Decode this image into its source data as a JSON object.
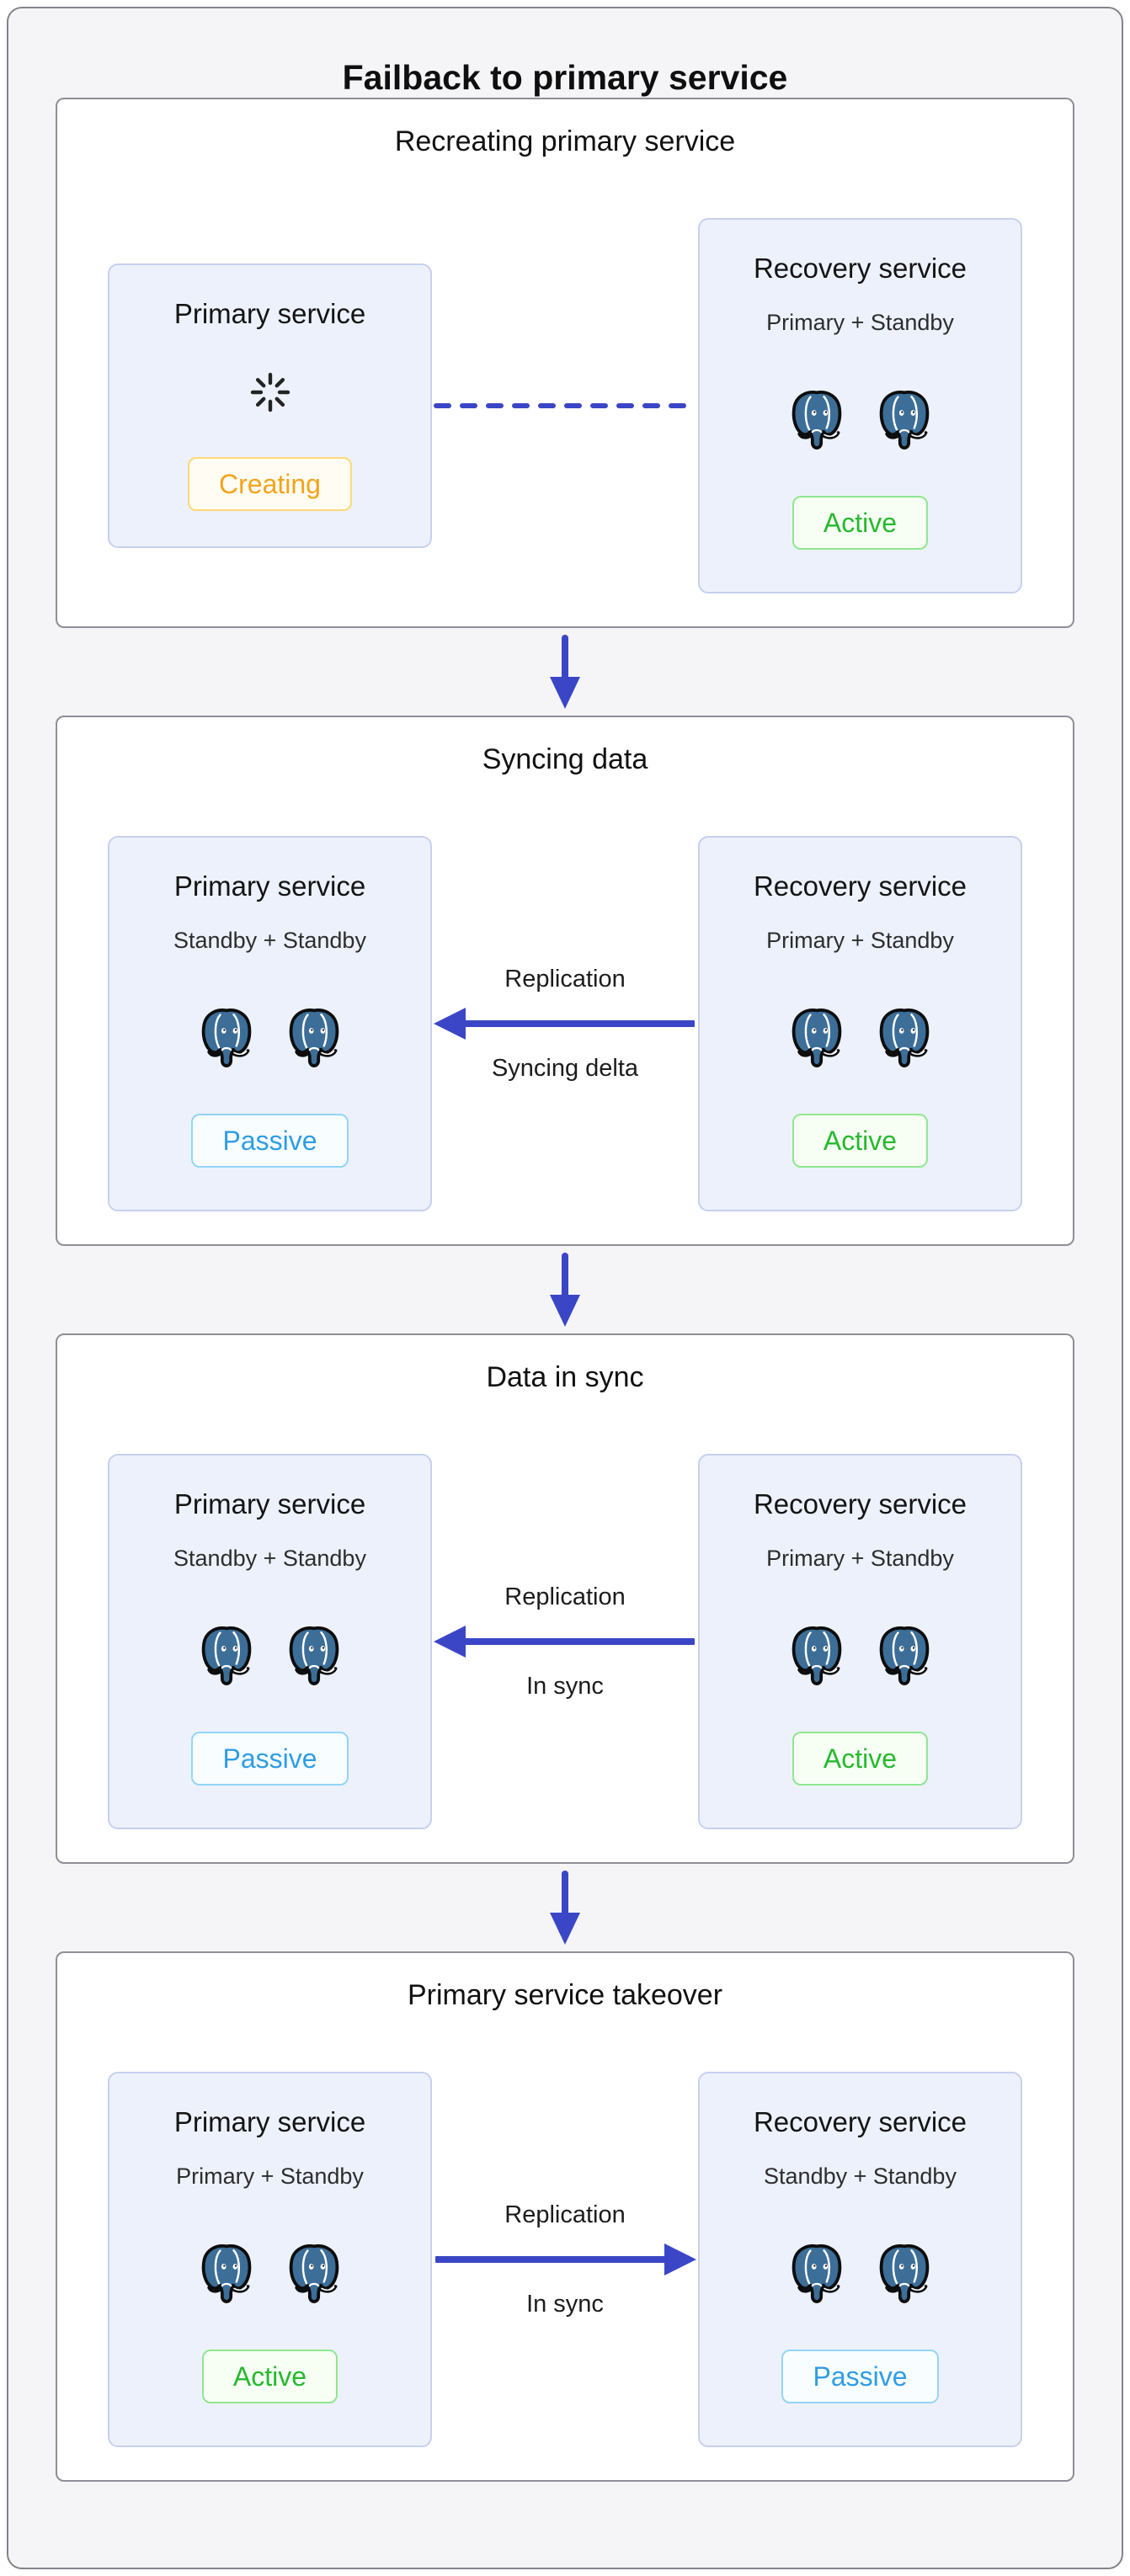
{
  "title": "Failback to primary service",
  "stages": [
    {
      "heading": "Recreating primary service",
      "left_card": {
        "title": "Primary service",
        "status": "Creating",
        "status_kind": "creating",
        "icon": "spinner-icon"
      },
      "right_card": {
        "title": "Recovery service",
        "subtitle": "Primary + Standby",
        "status": "Active",
        "status_kind": "active",
        "icon": "postgresql-elephant-pair"
      },
      "connector": {
        "style": "dashed",
        "direction": "none",
        "label_top": "",
        "label_bottom": ""
      }
    },
    {
      "heading": "Syncing data",
      "left_card": {
        "title": "Primary service",
        "subtitle": "Standby + Standby",
        "status": "Passive",
        "status_kind": "passive",
        "icon": "postgresql-elephant-pair"
      },
      "right_card": {
        "title": "Recovery service",
        "subtitle": "Primary + Standby",
        "status": "Active",
        "status_kind": "active",
        "icon": "postgresql-elephant-pair"
      },
      "connector": {
        "style": "solid",
        "direction": "left",
        "label_top": "Replication",
        "label_bottom": "Syncing delta"
      }
    },
    {
      "heading": "Data in sync",
      "left_card": {
        "title": "Primary service",
        "subtitle": "Standby + Standby",
        "status": "Passive",
        "status_kind": "passive",
        "icon": "postgresql-elephant-pair"
      },
      "right_card": {
        "title": "Recovery service",
        "subtitle": "Primary + Standby",
        "status": "Active",
        "status_kind": "active",
        "icon": "postgresql-elephant-pair"
      },
      "connector": {
        "style": "solid",
        "direction": "left",
        "label_top": "Replication",
        "label_bottom": "In sync"
      }
    },
    {
      "heading": "Primary service takeover",
      "left_card": {
        "title": "Primary service",
        "subtitle": "Primary + Standby",
        "status": "Active",
        "status_kind": "active",
        "icon": "postgresql-elephant-pair"
      },
      "right_card": {
        "title": "Recovery service",
        "subtitle": "Standby + Standby",
        "status": "Passive",
        "status_kind": "passive",
        "icon": "postgresql-elephant-pair"
      },
      "connector": {
        "style": "solid",
        "direction": "right",
        "label_top": "Replication",
        "label_bottom": "In sync"
      }
    }
  ],
  "colors": {
    "accent_blue": "#3b46c6",
    "page_bg": "#f5f5f7",
    "page_border": "#83838b",
    "stage_border": "#8e8e96",
    "card_bg": "#edf1fb",
    "card_border": "#c7d0ef",
    "postgres_blue": "#3c6e98",
    "creating": {
      "text": "#f5a31b",
      "border": "#ffd977",
      "bg": "#fffdf3"
    },
    "active": {
      "text": "#27b92e",
      "border": "#8fe78f",
      "bg": "#f7fff5"
    },
    "passive": {
      "text": "#2f9de4",
      "border": "#93d5f7",
      "bg": "#f8fdff"
    }
  }
}
